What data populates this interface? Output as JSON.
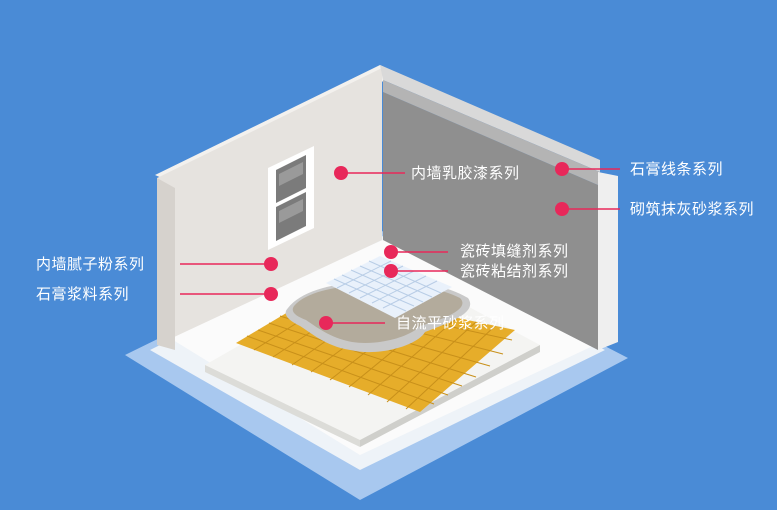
{
  "labels": {
    "interior_latex_paint": "内墙乳胶漆系列",
    "gypsum_molding": "石膏线条系列",
    "masonry_plaster_mortar": "砌筑抹灰砂浆系列",
    "interior_putty": "内墙腻子粉系列",
    "gypsum_slurry": "石膏浆料系列",
    "tile_grout": "瓷砖填缝剂系列",
    "tile_adhesive": "瓷砖粘结剂系列",
    "self_leveling_mortar": "自流平砂浆系列"
  },
  "colors": {
    "background": "#4a8bd6",
    "marker": "#e8285a",
    "floor_tile": "#e6ad2a",
    "wall_left": "#e4e1dd",
    "wall_right": "#8f8f8f"
  }
}
